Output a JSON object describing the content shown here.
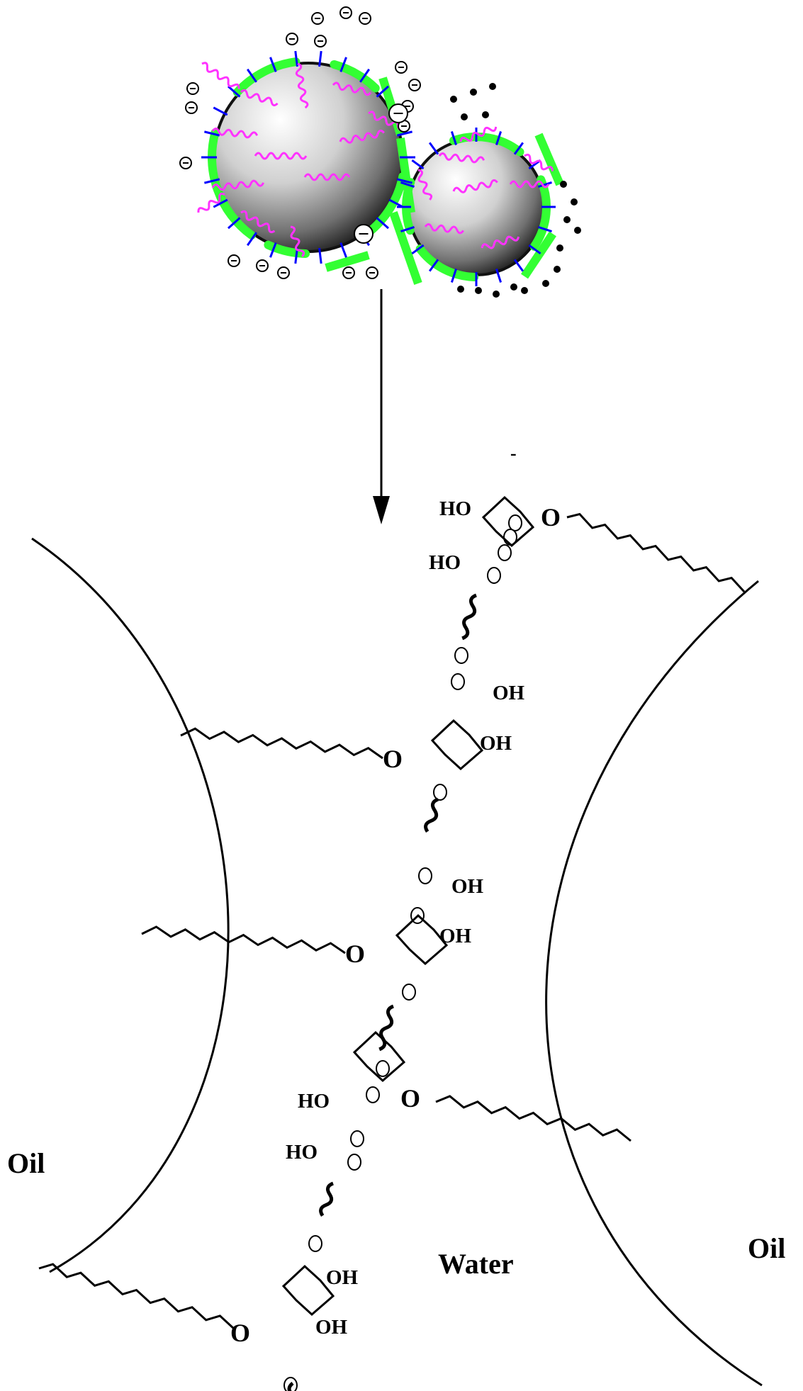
{
  "phases": {
    "left": "Oil",
    "center": "Water",
    "right": "Oil"
  },
  "atoms": {
    "hydroxyl_right": "OH",
    "hydroxyl_left": "HO",
    "ether_oxygen": "O",
    "charge_minus": "-"
  },
  "colors": {
    "chain_magenta": "#ff33ff",
    "coating_green": "#33ff33",
    "tick_blue": "#0000ff",
    "ink": "#000000"
  }
}
